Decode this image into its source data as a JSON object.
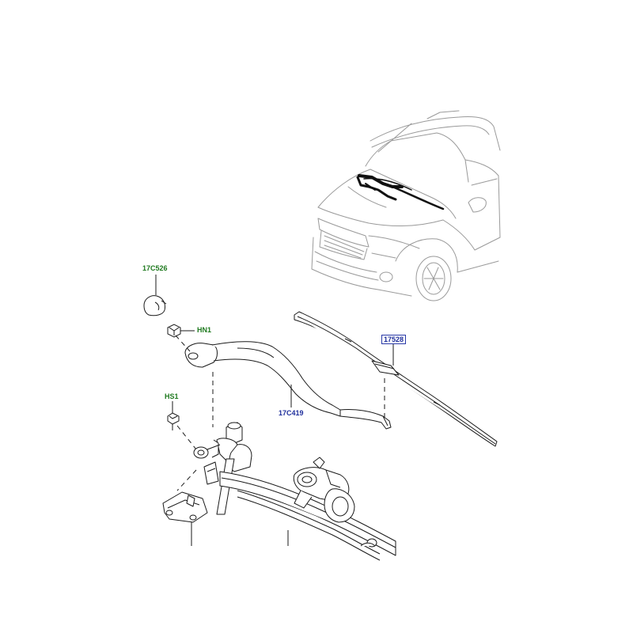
{
  "callouts": {
    "nozzle_cap": "17C526",
    "arm_nut": "HN1",
    "screw": "HS1",
    "wiper_arm": "17C419",
    "wiper_blade": "17528"
  },
  "colors": {
    "callout_green": "#1f7a1f",
    "callout_blue": "#1f2f9c",
    "line": "#1a1a1a",
    "vehicle_line": "#9a9a9a",
    "highlight": "#111111"
  }
}
